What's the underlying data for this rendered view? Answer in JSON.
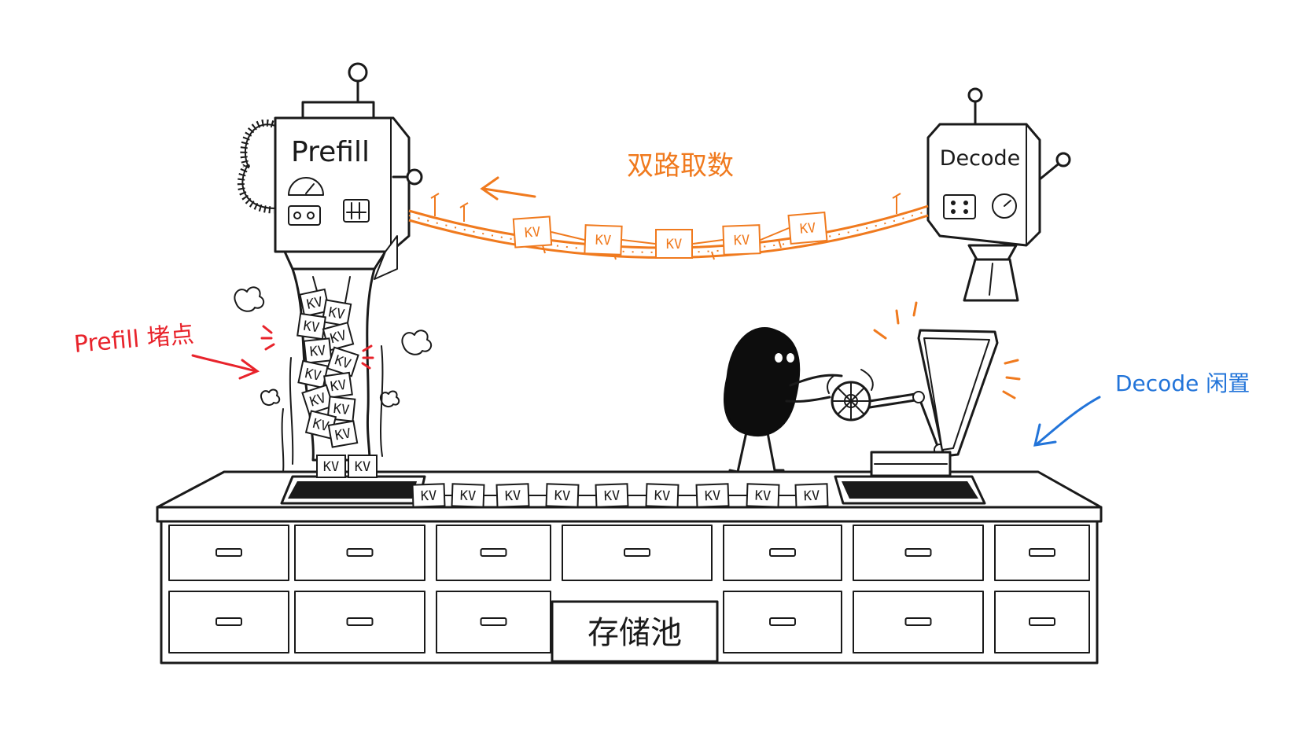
{
  "machines": {
    "prefill": {
      "label": "Prefill"
    },
    "decode": {
      "label": "Decode"
    }
  },
  "annotations": {
    "dual_path": "双路取数",
    "prefill_bottleneck": "Prefill 堵点",
    "decode_idle": "Decode 闲置"
  },
  "storage_pool": {
    "label": "存储池"
  },
  "kv_block": {
    "label": "KV"
  },
  "colors": {
    "ink": "#1a1a1a",
    "dual_path": "#f07a1e",
    "bottleneck": "#e8232b",
    "idle": "#2274d9",
    "figure": "#0d0d0d"
  }
}
